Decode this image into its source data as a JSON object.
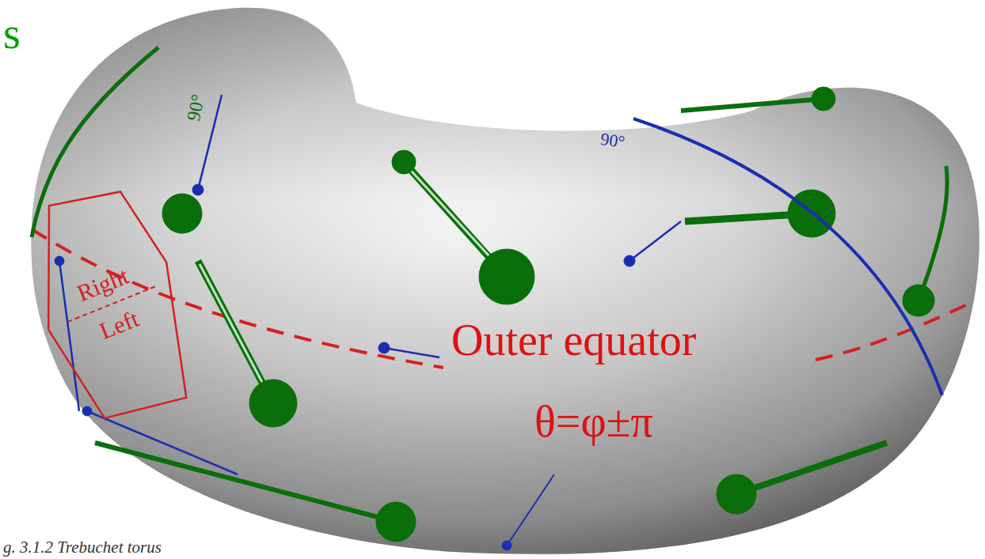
{
  "diagram": {
    "caption": "g. 3.1.2 Trebuchet torus",
    "nodes": [
      {
        "text": [
          "Right",
          "Left"
        ]
      }
    ],
    "labels": [
      "s",
      "Outer equator",
      "θ=φ±π",
      "90°",
      "90°"
    ]
  }
}
